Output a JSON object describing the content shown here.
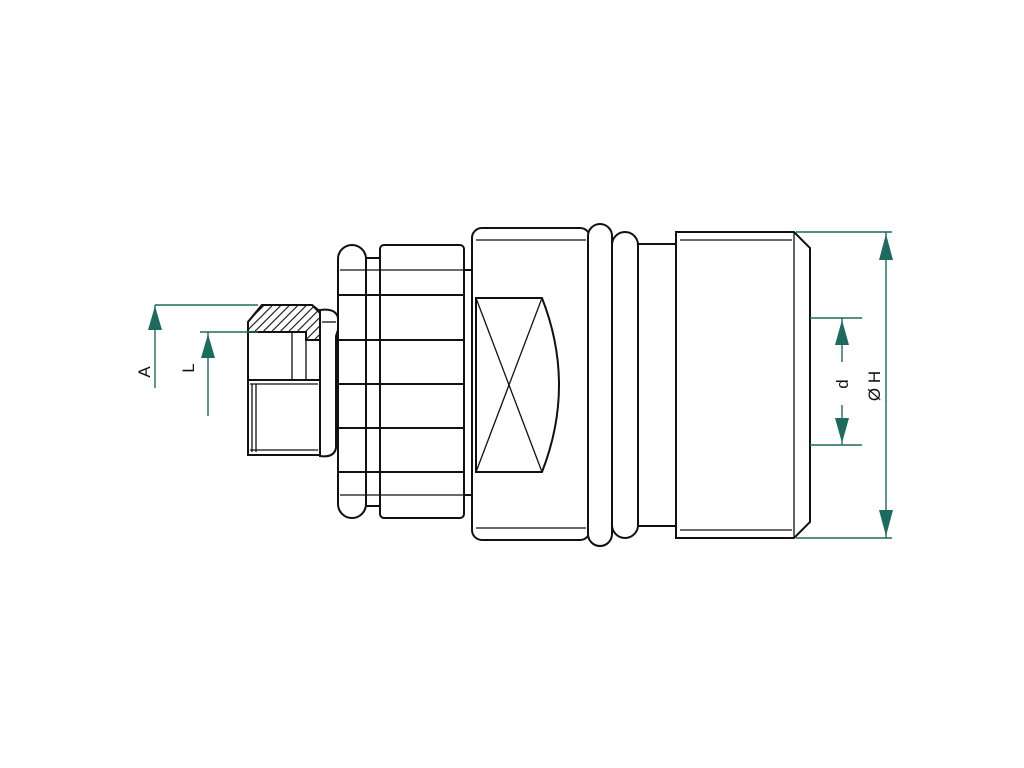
{
  "drawing": {
    "accent_color": "#1c6b5c",
    "line_color": "#111111",
    "background": "#ffffff"
  },
  "labels": {
    "A": "A",
    "L": "L",
    "d": "d",
    "H": "Ø H"
  }
}
